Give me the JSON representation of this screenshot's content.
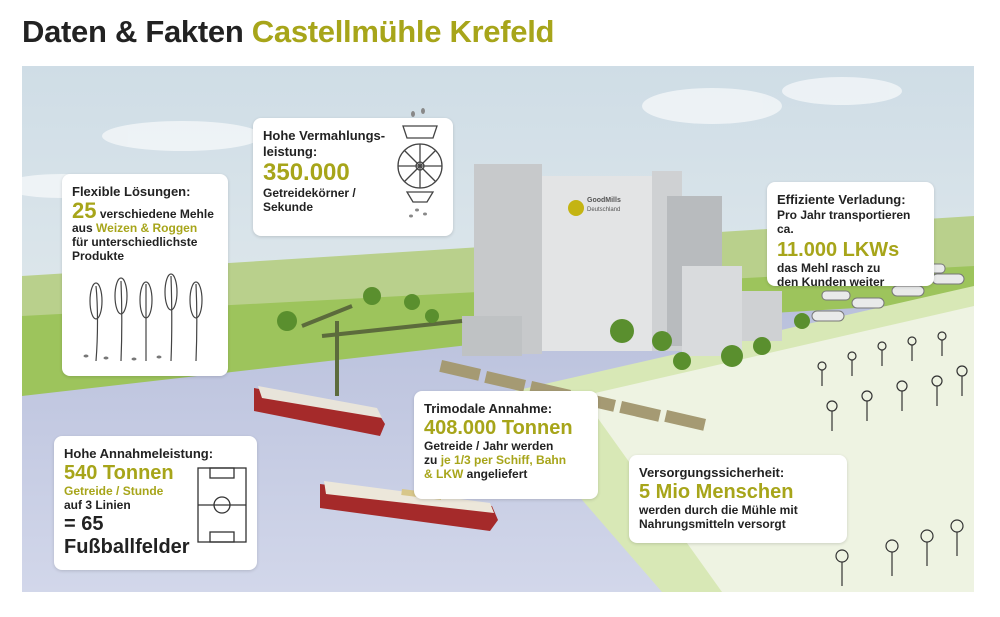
{
  "title": {
    "main": "Daten & Fakten",
    "accent": "Castellmühle Krefeld"
  },
  "mill": {
    "logo_line1": "GoodMills",
    "logo_line2": "Deutschland"
  },
  "cards": {
    "flexible": {
      "heading": "Flexible Lösungen:",
      "number": "25",
      "line1": "verschiedene Mehle",
      "aus": "aus",
      "highlight": "Weizen & Roggen",
      "line3": "für unterschiedlichste",
      "line4": "Produkte"
    },
    "vermahlung": {
      "heading1": "Hohe Vermahlungs-",
      "heading2": "leistung:",
      "number": "350.000",
      "line1": "Getreidekörner /",
      "line2": "Sekunde"
    },
    "verladung": {
      "heading": "Effiziente Verladung:",
      "line1": "Pro Jahr transportieren ca.",
      "number": "11.000 LKWs",
      "line2": "das Mehl rasch zu",
      "line3": "den Kunden weiter"
    },
    "annahme": {
      "heading": "Trimodale Annahme:",
      "number": "408.000 Tonnen",
      "line1": "Getreide / Jahr werden",
      "zu": "zu",
      "highlight1": "je 1/3 per Schiff, Bahn",
      "highlight2": "& LKW",
      "line3": "angeliefert"
    },
    "annahmeleistung": {
      "heading": "Hohe Annahmeleistung:",
      "number": "540 Tonnen",
      "line1": "Getreide / Stunde",
      "line2": "auf 3 Linien",
      "equals": "= 65",
      "line3": "Fußballfelder"
    },
    "versorgung": {
      "heading": "Versorgungssicherheit:",
      "number": "5 Mio Menschen",
      "line1": "werden durch die Mühle mit",
      "line2": "Nahrungsmitteln versorgt"
    }
  },
  "colors": {
    "accent": "#a7a51a",
    "text": "#222222",
    "river": "#c9cfe4",
    "grass": "#8fbf4a"
  },
  "icons": [
    "wheat-icon",
    "mill-wheel-icon",
    "football-field-icon"
  ]
}
